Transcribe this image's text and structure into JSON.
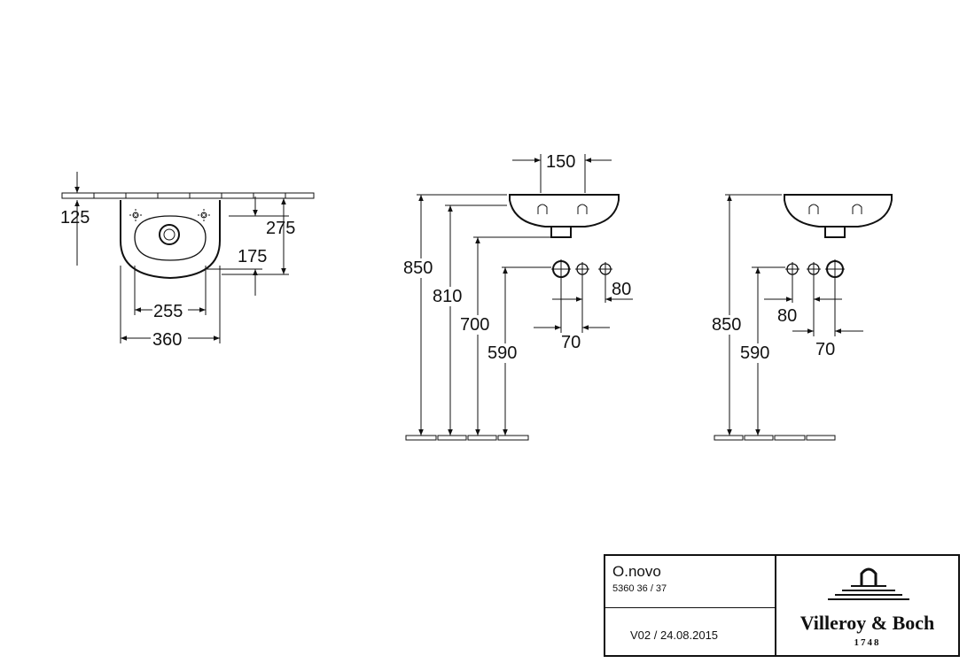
{
  "dimensions": {
    "top_view": {
      "wall_depth": "125",
      "depth_total": "275",
      "waste_depth": "175",
      "inner_width": "255",
      "total_width": "360"
    },
    "side_view_a": {
      "waste_width": "150",
      "rim_height": "850",
      "bowl_height": "810",
      "waste_height": "700",
      "supply_height": "590",
      "supply_spacing": "80",
      "supply_offset": "70"
    },
    "side_view_b": {
      "rim_height": "850",
      "supply_height": "590",
      "supply_spacing": "80",
      "supply_offset": "70"
    }
  },
  "title_block": {
    "product_name": "O.novo",
    "article_numbers": "5360 36 / 37",
    "revision": "V02 / 24.08.2015",
    "brand": "Villeroy & Boch",
    "founded": "1748"
  }
}
